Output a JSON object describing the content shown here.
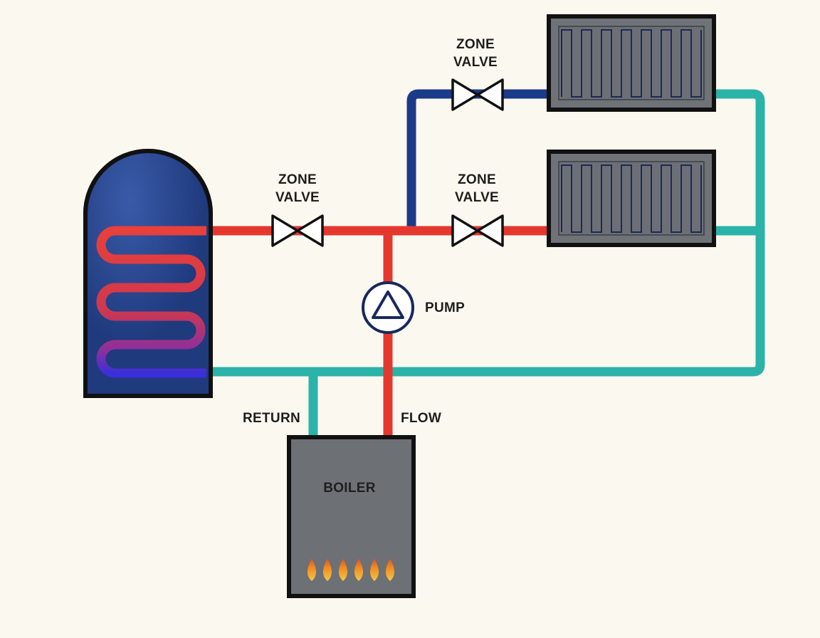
{
  "labels": {
    "zone_valve_top": [
      "ZONE",
      "VALVE"
    ],
    "zone_valve_left": [
      "ZONE",
      "VALVE"
    ],
    "zone_valve_mid": [
      "ZONE",
      "VALVE"
    ],
    "pump": "PUMP",
    "return": "RETURN",
    "flow": "FLOW",
    "boiler": "BOILER"
  },
  "colors": {
    "background": "#fbf8ef",
    "hot_pipe": "#e4382f",
    "return_pipe": "#2bb3a9",
    "zone_pipe": "#1c3a8a",
    "tank": "#1f3a7d",
    "radiator": "#6f7378",
    "boiler": "#6d7075",
    "outline": "#111111",
    "flame": "#f08a24"
  },
  "icons": {
    "tank": "cylinder-tank-icon",
    "coil": "heating-coil-icon",
    "valve": "bowtie-valve-icon",
    "pump": "pump-triangle-icon",
    "radiator": "radiator-icon",
    "boiler": "boiler-icon",
    "flame": "flame-icon"
  }
}
